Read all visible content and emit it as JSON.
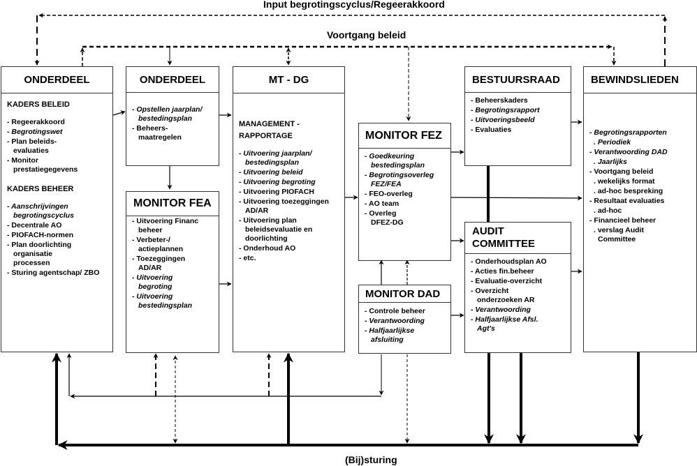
{
  "labels": {
    "top": "Input begrotingscyclus/Regeerakkoord",
    "progress": "Voortgang beleid",
    "bottom": "(Bij)sturing"
  },
  "boxes": {
    "onderdeel1": {
      "title": "ONDERDEEL",
      "section1": "KADERS BELEID",
      "items1": [
        {
          "text": "- Regeerakkoord",
          "italic": false
        },
        {
          "text": "- Begrotingswet",
          "italic": true
        },
        {
          "text": "- Plan beleids-evaluaties",
          "italic": false
        },
        {
          "text": "- Monitor prestatiegegevens",
          "italic": false
        }
      ],
      "section2": "KADERS BEHEER",
      "items2": [
        {
          "text": "- Aanschrijvingen begrotingscyclus",
          "italic": true
        },
        {
          "text": "- Decentrale AO",
          "italic": false
        },
        {
          "text": "- PIOFACH-normen",
          "italic": false
        },
        {
          "text": "- Plan doorlichting organisatie processen",
          "italic": false
        },
        {
          "text": "- Sturing agentschap/ ZBO",
          "italic": false
        }
      ]
    },
    "onderdeel2": {
      "title": "ONDERDEEL",
      "items": [
        {
          "text": "- Opstellen jaarplan/ bestedingsplan",
          "italic": true
        },
        {
          "text": "- Beheers-maatregelen",
          "italic": false
        }
      ]
    },
    "monitor_fea": {
      "title": "MONITOR FEA",
      "items": [
        {
          "text": "- Uitvoering Financ beheer",
          "italic": false
        },
        {
          "text": "- Verbeter-/ actieplannen",
          "italic": false
        },
        {
          "text": "- Toezeggingen AD/AR",
          "italic": false
        },
        {
          "text": "- Uitvoering begroting",
          "italic": true
        },
        {
          "text": "- Uitvoering bestedingsplan",
          "italic": true
        }
      ]
    },
    "mt_dg": {
      "title": "MT - DG",
      "section": "MANAGEMENT - RAPPORTAGE",
      "items": [
        {
          "text": "- Uitvoering jaarplan/ bestedingsplan",
          "italic": true
        },
        {
          "text": "- Uitvoering beleid",
          "italic": true
        },
        {
          "text": "- Uitvoering begroting",
          "italic": true
        },
        {
          "text": "- Uitvoering PIOFACH",
          "italic": false
        },
        {
          "text": "- Uitvoering toezeggingen AD/AR",
          "italic": false
        },
        {
          "text": "- Uitvoering plan beleidsevaluatie en doorlichting",
          "italic": false
        },
        {
          "text": "- Onderhoud AO",
          "italic": false
        },
        {
          "text": "- etc.",
          "italic": false
        }
      ]
    },
    "monitor_fez": {
      "title": "MONITOR FEZ",
      "items": [
        {
          "text": "- Goedkeuring bestedingsplan",
          "italic": true
        },
        {
          "text": "- Begrotingsoverleg FEZ/FEA",
          "italic": true
        },
        {
          "text": "- FEO-overleg",
          "italic": false
        },
        {
          "text": "- AO team",
          "italic": false
        },
        {
          "text": "- Overleg DFEZ-DG",
          "italic": false
        }
      ]
    },
    "monitor_dad": {
      "title": "MONITOR DAD",
      "items": [
        {
          "text": "- Controle beheer",
          "italic": false
        },
        {
          "text": "- Verantwoording",
          "italic": true
        },
        {
          "text": "- Halfjaarlijkse afsluiting",
          "italic": true
        }
      ]
    },
    "bestuursraad": {
      "title": "BESTUURSRAAD",
      "items": [
        {
          "text": "- Beheerskaders",
          "italic": false
        },
        {
          "text": "- Begrotingsrapport",
          "italic": true
        },
        {
          "text": "- Uitvoeringsbeeld",
          "italic": true
        },
        {
          "text": "- Evaluaties",
          "italic": false
        }
      ]
    },
    "audit_committee": {
      "title": "AUDIT COMMITTEE",
      "items": [
        {
          "text": "- Onderhoudsplan AO",
          "italic": false
        },
        {
          "text": "- Acties fin.beheer",
          "italic": false
        },
        {
          "text": "- Evaluatie-overzicht",
          "italic": false
        },
        {
          "text": "- Overzicht onderzoeken AR",
          "italic": false
        },
        {
          "text": "- Verantwoording",
          "italic": true
        },
        {
          "text": "- Halfjaarlijkse Afsl. Agt's",
          "italic": true
        }
      ]
    },
    "bewindslieden": {
      "title": "BEWINDSLIEDEN",
      "items": [
        {
          "text": "- Begrotingsrapporten",
          "italic": true,
          "sub": false
        },
        {
          "text": ". Periodiek",
          "italic": true,
          "sub": true
        },
        {
          "text": "- Verantwoording DAD",
          "italic": true,
          "sub": false
        },
        {
          "text": ". Jaarlijks",
          "italic": true,
          "sub": true
        },
        {
          "text": "- Voortgang beleid",
          "italic": false,
          "sub": false
        },
        {
          "text": ". wekelijks format",
          "italic": false,
          "sub": true
        },
        {
          "text": ". ad-hoc bespreking",
          "italic": false,
          "sub": true
        },
        {
          "text": "- Resultaat evaluaties",
          "italic": false,
          "sub": false
        },
        {
          "text": ". ad-hoc",
          "italic": false,
          "sub": true
        },
        {
          "text": "- Financieel beheer",
          "italic": false,
          "sub": false
        },
        {
          "text": ". verslag Audit Committee",
          "italic": false,
          "sub": true
        }
      ]
    }
  }
}
